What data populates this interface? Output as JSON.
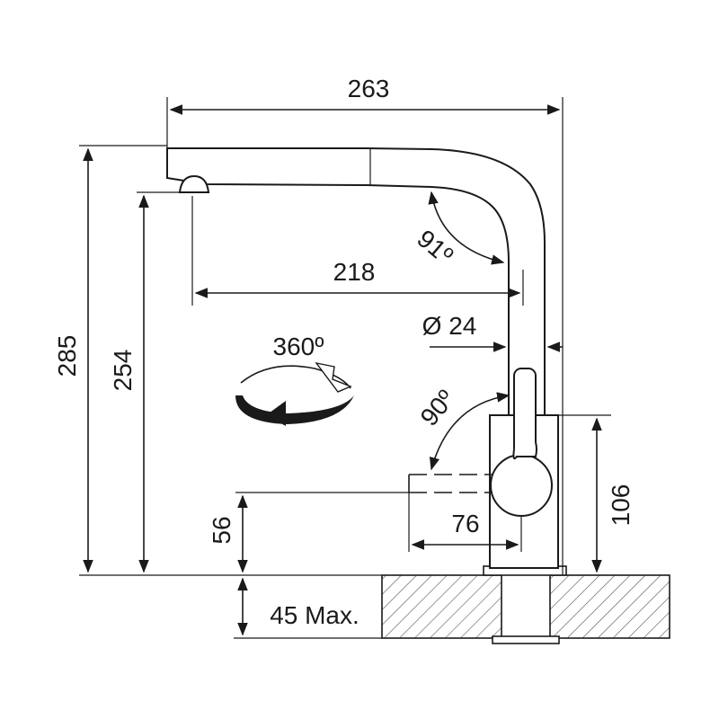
{
  "dimensions": {
    "total_width": "263",
    "spout_reach": "218",
    "total_height": "285",
    "spout_height": "254",
    "lever_height": "56",
    "body_height": "106",
    "lever_length": "76",
    "spout_diameter": "Ø 24",
    "spout_angle": "91º",
    "lever_angle": "90º",
    "rotation": "360º",
    "max_thickness": "45 Max."
  },
  "icons": {
    "rotation": "rotation-arrow-icon"
  }
}
